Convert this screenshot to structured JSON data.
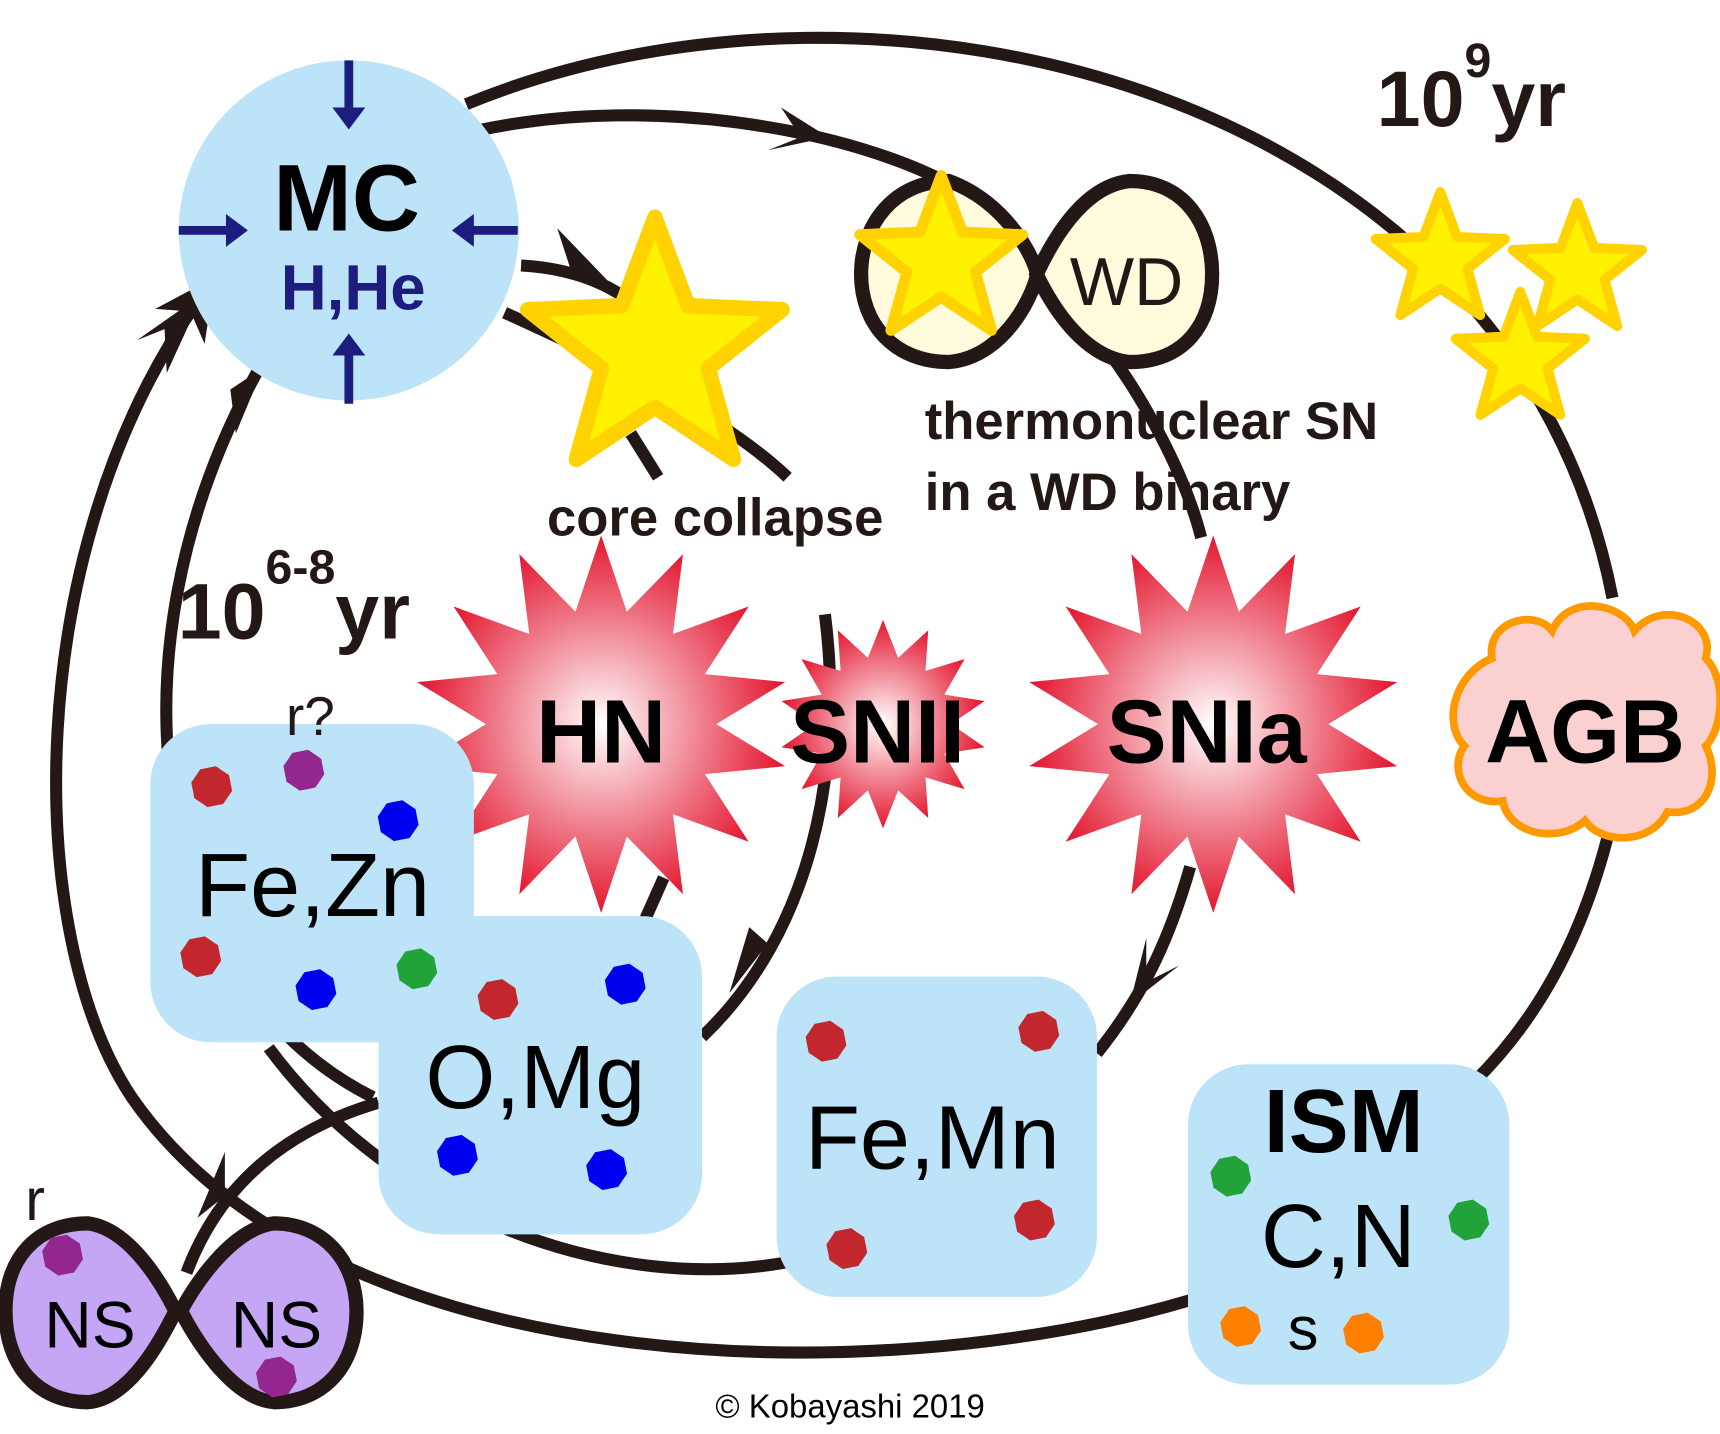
{
  "title": "Galactic chemical evolution cycle",
  "nodes": {
    "mc": {
      "label": "MC",
      "elements": "H,He"
    },
    "wd": {
      "label": "WD"
    },
    "hn": {
      "label": "HN"
    },
    "snii": {
      "label": "SNII"
    },
    "snia": {
      "label": "SNIa"
    },
    "agb": {
      "label": "AGB"
    },
    "ns1": {
      "label": "NS"
    },
    "ns2": {
      "label": "NS"
    }
  },
  "labels": {
    "core_collapse": "core collapse",
    "thermonuclear_1": "thermonuclear SN",
    "thermonuclear_2": "in a WD binary",
    "time_short_base": "10",
    "time_short_exp": "6-8",
    "time_short_unit": "yr",
    "time_long_base": "10",
    "time_long_exp": "9",
    "time_long_unit": "yr",
    "r_question": "r?",
    "r": "r",
    "copyright": "© Kobayashi 2019"
  },
  "boxes": {
    "fezn": "Fe,Zn",
    "omg": "O,Mg",
    "femn": "Fe,Mn",
    "ism_title": "ISM",
    "ism_elements": "C,N",
    "ism_s": "s"
  },
  "colors": {
    "cloud": "#bde3f8",
    "arrow_navy": "#1d1d7f",
    "dot_red": "#c1272d",
    "dot_blue": "#0000ee",
    "dot_green": "#22a33a",
    "dot_purple": "#93278f",
    "dot_orange": "#ff7f00",
    "star_fill": "#fff100",
    "star_stroke": "#ffd200",
    "burst_red": "#e0001b",
    "agb_fill": "#fbd0d0",
    "agb_stroke": "#ff9900",
    "ns_fill": "#c4a6f5",
    "wd_fill": "#fffbdc"
  }
}
